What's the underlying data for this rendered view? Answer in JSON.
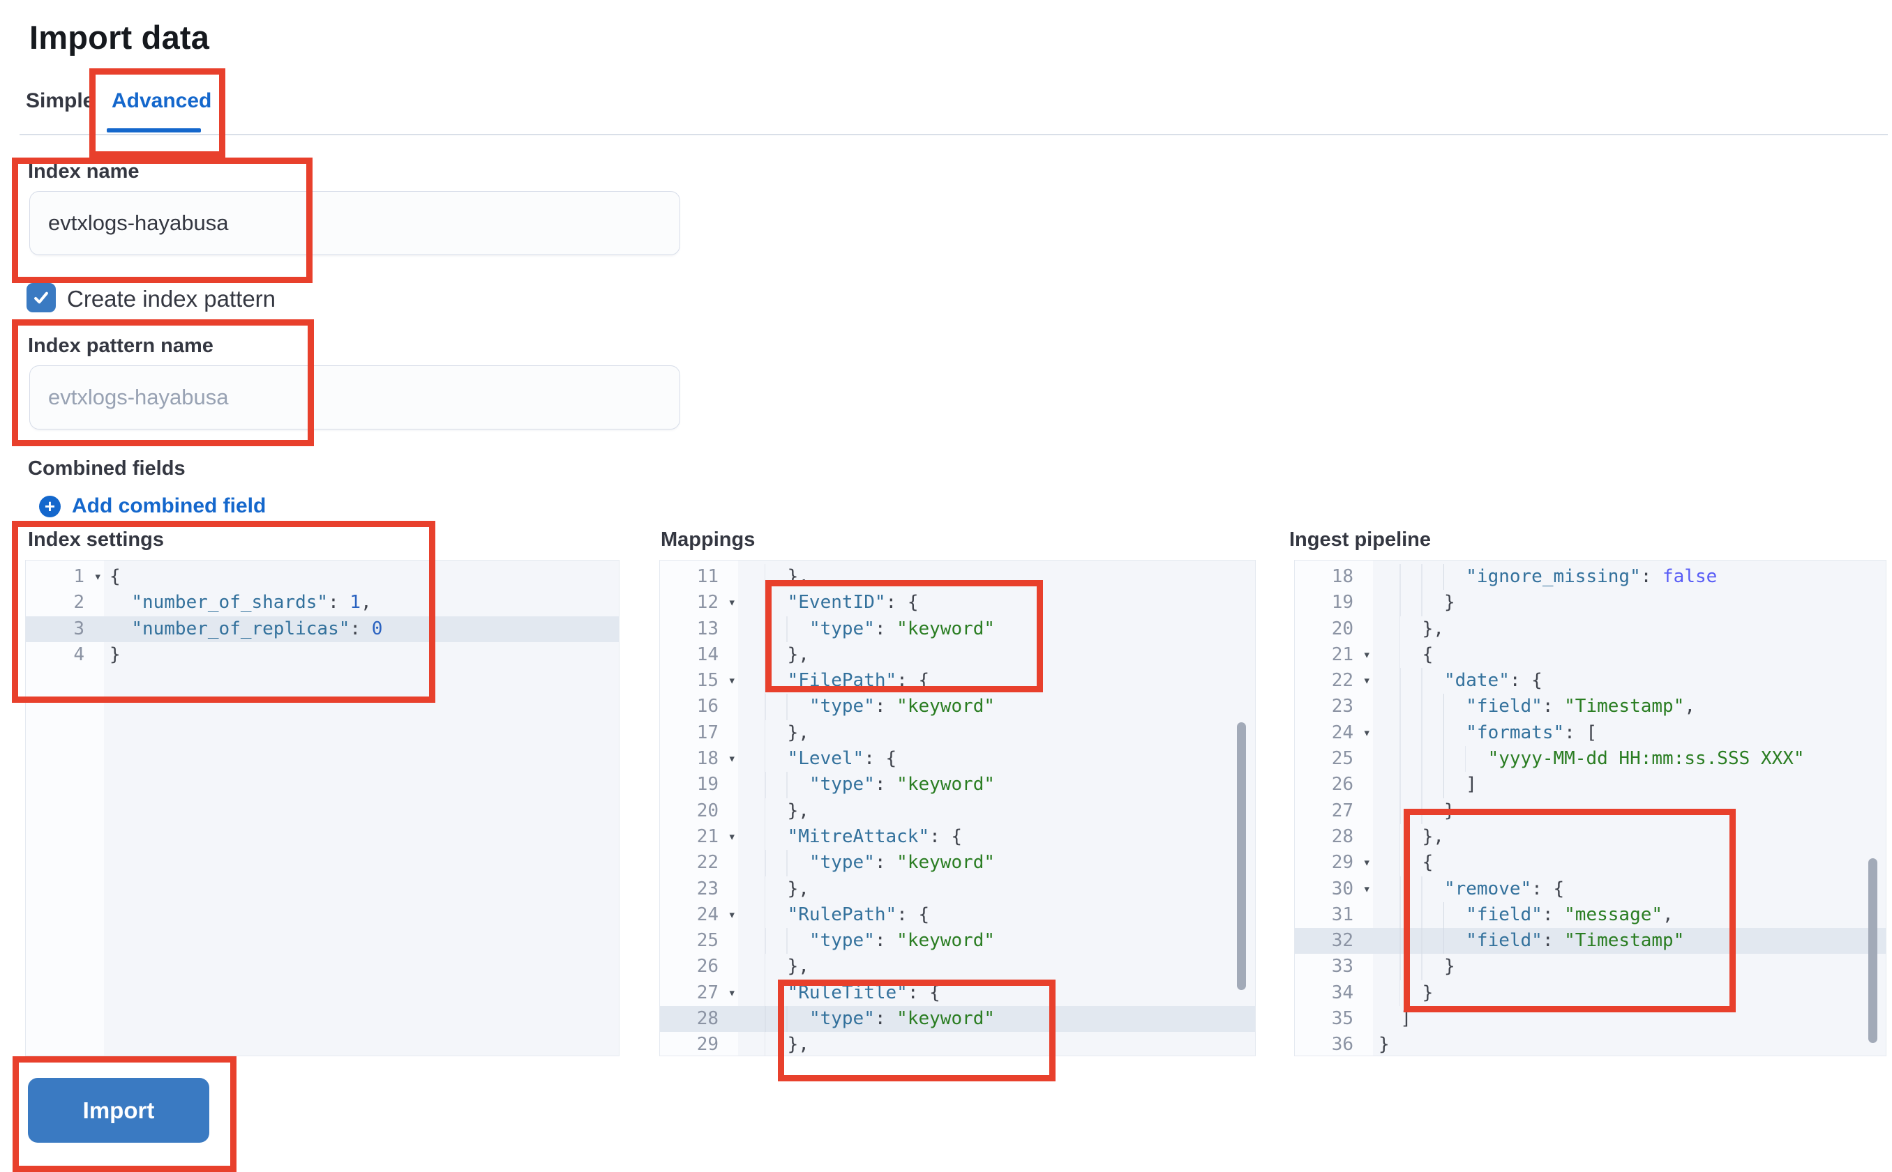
{
  "page": {
    "title": "Import data"
  },
  "tabs": {
    "simple": "Simple",
    "advanced": "Advanced"
  },
  "form": {
    "index_name": {
      "label": "Index name",
      "value": "evtxlogs-hayabusa"
    },
    "create_index_pattern": {
      "label": "Create index pattern",
      "checked": true
    },
    "index_pattern_name": {
      "label": "Index pattern name",
      "placeholder": "evtxlogs-hayabusa"
    },
    "combined_fields": {
      "label": "Combined fields",
      "add_link_label": "Add combined field"
    }
  },
  "actions": {
    "import_label": "Import"
  },
  "editors": [
    {
      "id": "index-settings",
      "label": "Index settings",
      "lines": [
        {
          "n": 1,
          "fold": true,
          "ind": 0,
          "tok": [
            [
              "p",
              "{"
            ]
          ]
        },
        {
          "n": 2,
          "ind": 2,
          "tok": [
            [
              "k",
              "\"number_of_shards\""
            ],
            [
              "p",
              ": "
            ],
            [
              "n",
              "1"
            ],
            [
              "p",
              ","
            ]
          ]
        },
        {
          "n": 3,
          "ind": 2,
          "hl": true,
          "tok": [
            [
              "k",
              "\"number_of_replicas\""
            ],
            [
              "p",
              ": "
            ],
            [
              "n",
              "0"
            ]
          ]
        },
        {
          "n": 4,
          "ind": 0,
          "tok": [
            [
              "p",
              "}"
            ]
          ]
        }
      ]
    },
    {
      "id": "mappings",
      "label": "Mappings",
      "lines": [
        {
          "n": 11,
          "ind": 4,
          "tok": [
            [
              "p",
              "},"
            ]
          ]
        },
        {
          "n": 12,
          "fold": true,
          "ind": 4,
          "tok": [
            [
              "k",
              "\"EventID\""
            ],
            [
              "p",
              ": {"
            ]
          ]
        },
        {
          "n": 13,
          "ind": 6,
          "tok": [
            [
              "k",
              "\"type\""
            ],
            [
              "p",
              ": "
            ],
            [
              "s",
              "\"keyword\""
            ]
          ]
        },
        {
          "n": 14,
          "ind": 4,
          "tok": [
            [
              "p",
              "},"
            ]
          ]
        },
        {
          "n": 15,
          "fold": true,
          "ind": 4,
          "tok": [
            [
              "k",
              "\"FilePath\""
            ],
            [
              "p",
              ": {"
            ]
          ]
        },
        {
          "n": 16,
          "ind": 6,
          "tok": [
            [
              "k",
              "\"type\""
            ],
            [
              "p",
              ": "
            ],
            [
              "s",
              "\"keyword\""
            ]
          ]
        },
        {
          "n": 17,
          "ind": 4,
          "tok": [
            [
              "p",
              "},"
            ]
          ]
        },
        {
          "n": 18,
          "fold": true,
          "ind": 4,
          "tok": [
            [
              "k",
              "\"Level\""
            ],
            [
              "p",
              ": {"
            ]
          ]
        },
        {
          "n": 19,
          "ind": 6,
          "tok": [
            [
              "k",
              "\"type\""
            ],
            [
              "p",
              ": "
            ],
            [
              "s",
              "\"keyword\""
            ]
          ]
        },
        {
          "n": 20,
          "ind": 4,
          "tok": [
            [
              "p",
              "},"
            ]
          ]
        },
        {
          "n": 21,
          "fold": true,
          "ind": 4,
          "tok": [
            [
              "k",
              "\"MitreAttack\""
            ],
            [
              "p",
              ": {"
            ]
          ]
        },
        {
          "n": 22,
          "ind": 6,
          "tok": [
            [
              "k",
              "\"type\""
            ],
            [
              "p",
              ": "
            ],
            [
              "s",
              "\"keyword\""
            ]
          ]
        },
        {
          "n": 23,
          "ind": 4,
          "tok": [
            [
              "p",
              "},"
            ]
          ]
        },
        {
          "n": 24,
          "fold": true,
          "ind": 4,
          "tok": [
            [
              "k",
              "\"RulePath\""
            ],
            [
              "p",
              ": {"
            ]
          ]
        },
        {
          "n": 25,
          "ind": 6,
          "tok": [
            [
              "k",
              "\"type\""
            ],
            [
              "p",
              ": "
            ],
            [
              "s",
              "\"keyword\""
            ]
          ]
        },
        {
          "n": 26,
          "ind": 4,
          "tok": [
            [
              "p",
              "},"
            ]
          ]
        },
        {
          "n": 27,
          "fold": true,
          "ind": 4,
          "tok": [
            [
              "k",
              "\"RuleTitle\""
            ],
            [
              "p",
              ": {"
            ]
          ]
        },
        {
          "n": 28,
          "ind": 6,
          "hl": true,
          "tok": [
            [
              "k",
              "\"type\""
            ],
            [
              "p",
              ": "
            ],
            [
              "s",
              "\"keyword\""
            ]
          ]
        },
        {
          "n": 29,
          "ind": 4,
          "tok": [
            [
              "p",
              "},"
            ]
          ]
        }
      ]
    },
    {
      "id": "ingest-pipeline",
      "label": "Ingest pipeline",
      "lines": [
        {
          "n": 18,
          "ind": 8,
          "tok": [
            [
              "k",
              "\"ignore_missing\""
            ],
            [
              "p",
              ": "
            ],
            [
              "b",
              "false"
            ]
          ]
        },
        {
          "n": 19,
          "ind": 6,
          "tok": [
            [
              "p",
              "}"
            ]
          ]
        },
        {
          "n": 20,
          "ind": 4,
          "tok": [
            [
              "p",
              "},"
            ]
          ]
        },
        {
          "n": 21,
          "fold": true,
          "ind": 4,
          "tok": [
            [
              "p",
              "{"
            ]
          ]
        },
        {
          "n": 22,
          "fold": true,
          "ind": 6,
          "tok": [
            [
              "k",
              "\"date\""
            ],
            [
              "p",
              ": {"
            ]
          ]
        },
        {
          "n": 23,
          "ind": 8,
          "tok": [
            [
              "k",
              "\"field\""
            ],
            [
              "p",
              ": "
            ],
            [
              "s",
              "\"Timestamp\""
            ],
            [
              "p",
              ","
            ]
          ]
        },
        {
          "n": 24,
          "fold": true,
          "ind": 8,
          "tok": [
            [
              "k",
              "\"formats\""
            ],
            [
              "p",
              ": ["
            ]
          ]
        },
        {
          "n": 25,
          "ind": 10,
          "tok": [
            [
              "s",
              "\"yyyy-MM-dd HH:mm:ss.SSS XXX\""
            ]
          ]
        },
        {
          "n": 26,
          "ind": 8,
          "tok": [
            [
              "p",
              "]"
            ]
          ]
        },
        {
          "n": 27,
          "ind": 6,
          "tok": [
            [
              "p",
              "}"
            ]
          ]
        },
        {
          "n": 28,
          "ind": 4,
          "tok": [
            [
              "p",
              "},"
            ]
          ]
        },
        {
          "n": 29,
          "fold": true,
          "ind": 4,
          "tok": [
            [
              "p",
              "{"
            ]
          ]
        },
        {
          "n": 30,
          "fold": true,
          "ind": 6,
          "tok": [
            [
              "k",
              "\"remove\""
            ],
            [
              "p",
              ": {"
            ]
          ]
        },
        {
          "n": 31,
          "ind": 8,
          "tok": [
            [
              "k",
              "\"field\""
            ],
            [
              "p",
              ": "
            ],
            [
              "s",
              "\"message\""
            ],
            [
              "p",
              ","
            ]
          ]
        },
        {
          "n": 32,
          "ind": 8,
          "hl": true,
          "tok": [
            [
              "k",
              "\"field\""
            ],
            [
              "p",
              ": "
            ],
            [
              "s",
              "\"Timestamp\""
            ]
          ]
        },
        {
          "n": 33,
          "ind": 6,
          "tok": [
            [
              "p",
              "}"
            ]
          ]
        },
        {
          "n": 34,
          "ind": 4,
          "tok": [
            [
              "p",
              "}"
            ]
          ]
        },
        {
          "n": 35,
          "ind": 2,
          "tok": [
            [
              "p",
              "]"
            ]
          ]
        },
        {
          "n": 36,
          "ind": 0,
          "tok": [
            [
              "p",
              "}"
            ]
          ]
        }
      ]
    }
  ],
  "colors": {
    "annotation": "#e8402c",
    "primary-blue": "#1467cc",
    "button-blue": "#3a7ac2",
    "muted": "#98a2b3",
    "divider": "#d9dfe8",
    "input-border": "#d6dce8",
    "input-bg": "#fbfcfd",
    "code-bg": "#f4f6fa",
    "gutter-bg": "#fbfcfe",
    "hl-line": "#e2e8f0",
    "guide": "#d4dae4",
    "gutter-fg": "#8b93a3",
    "tok-key": "#33719c",
    "tok-str": "#2a7d22",
    "tok-num": "#2a62c0",
    "tok-bool": "#585cf6",
    "tok-punc": "#3f434c",
    "scrollbar": "#a2aab8"
  }
}
